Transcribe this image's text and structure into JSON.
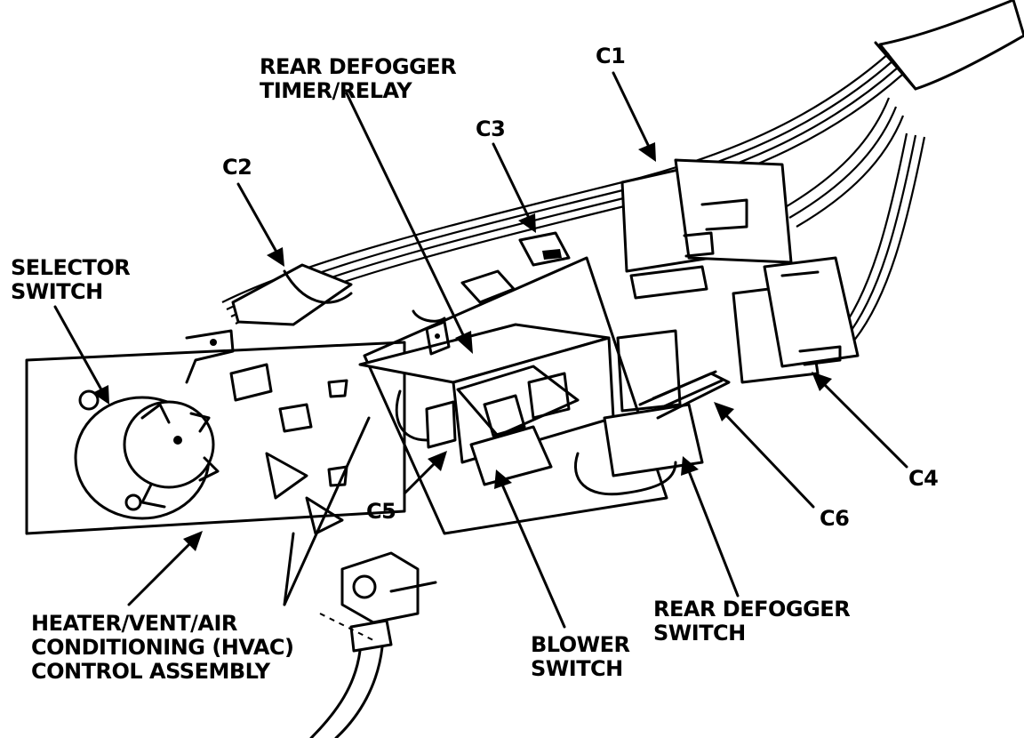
{
  "labels": {
    "rear_defogger_timer_relay": [
      "REAR DEFOGGER",
      "TIMER/RELAY"
    ],
    "c1": "C1",
    "c2": "C2",
    "c3": "C3",
    "c4": "C4",
    "c5": "C5",
    "c6": "C6",
    "selector_switch": [
      "SELECTOR",
      "SWITCH"
    ],
    "hvac_control_assembly": [
      "HEATER/VENT/AIR",
      "CONDITIONING (HVAC)",
      "CONTROL ASSEMBLY"
    ],
    "blower_switch": [
      "BLOWER",
      "SWITCH"
    ],
    "rear_defogger_switch": [
      "REAR DEFOGGER",
      "SWITCH"
    ]
  }
}
